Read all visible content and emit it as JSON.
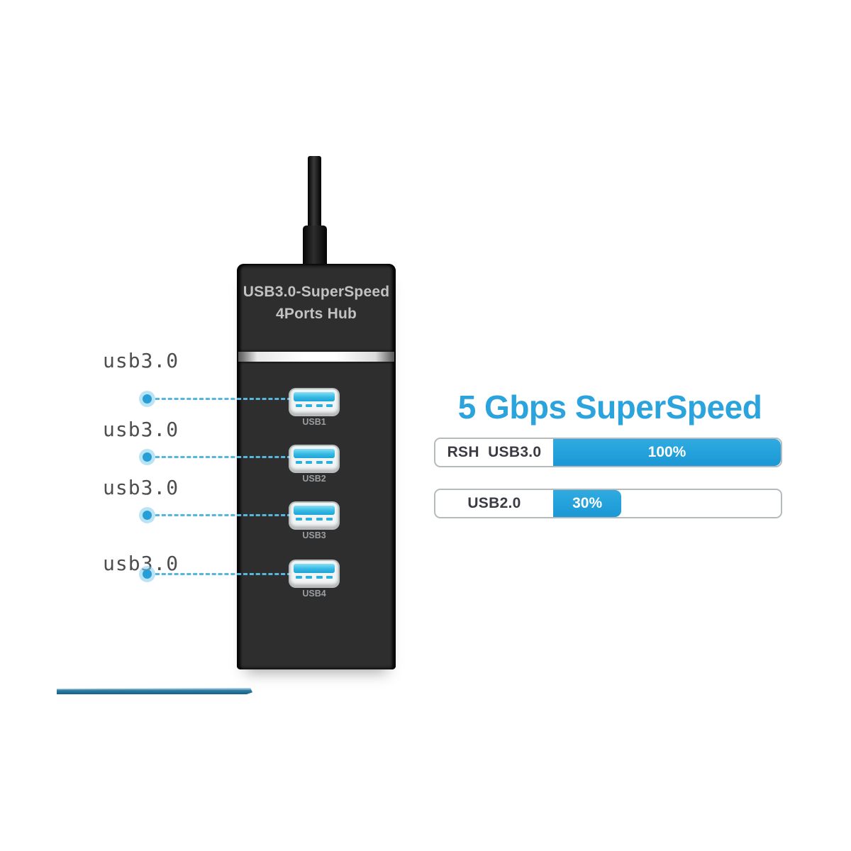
{
  "device": {
    "title_line1": "USB3.0-SuperSpeed",
    "title_line2": "4Ports Hub",
    "ports": [
      {
        "label": "USB1"
      },
      {
        "label": "USB2"
      },
      {
        "label": "USB3"
      },
      {
        "label": "USB4"
      }
    ]
  },
  "callouts": [
    {
      "label": "usb3.0"
    },
    {
      "label": "usb3.0"
    },
    {
      "label": "usb3.0"
    },
    {
      "label": "usb3.0"
    }
  ],
  "right": {
    "heading": "5 Gbps SuperSpeed",
    "bars": [
      {
        "label": "RSH  USB3.0",
        "percent": 100,
        "percent_label": "100%"
      },
      {
        "label": "USB2.0",
        "percent": 30,
        "percent_label": "30%"
      }
    ]
  },
  "colors": {
    "accent_blue": "#2ba3dd",
    "bar_fill_blue": "#1b98d5",
    "port_cyan": "#29b0df",
    "callout_dot_blue": "#279fd6",
    "dash_line_cyan": "#55b7db",
    "hub_body": "#2e2e2e",
    "underline_teal": "#175f86"
  },
  "chart_data": {
    "type": "bar",
    "title": "5 Gbps SuperSpeed",
    "categories": [
      "RSH USB3.0",
      "USB2.0"
    ],
    "values": [
      100,
      30
    ],
    "value_labels": [
      "100%",
      "30%"
    ],
    "unit": "%",
    "xlim": [
      0,
      100
    ],
    "orientation": "horizontal",
    "legend": "none",
    "grid": false
  }
}
